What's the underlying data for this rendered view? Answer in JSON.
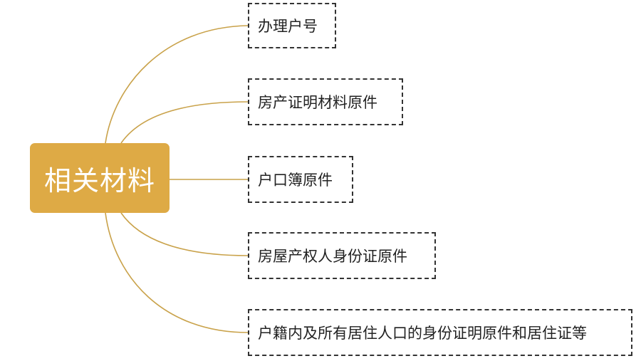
{
  "colors": {
    "root_fill": "#deaa45",
    "root_text": "#ffffff",
    "connector": "#c9a24a",
    "child_border": "#333333",
    "child_text": "#222222"
  },
  "root": {
    "label": "相关材料"
  },
  "children": [
    {
      "label": "办理户号"
    },
    {
      "label": "房产证明材料原件"
    },
    {
      "label": "户口簿原件"
    },
    {
      "label": "房屋产权人身份证原件"
    },
    {
      "label": "户籍内及所有居住人口的身份证明原件和居住证等"
    }
  ]
}
